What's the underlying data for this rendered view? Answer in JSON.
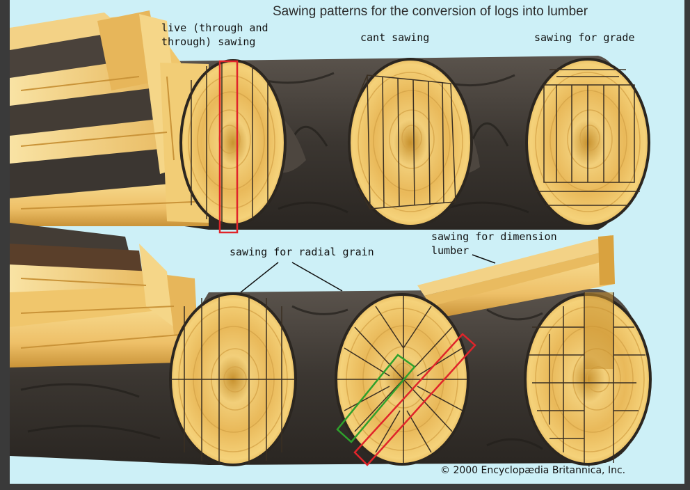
{
  "title": "Sawing patterns for the conversion of logs into lumber",
  "labels": {
    "live_sawing": [
      "live (through and",
      "through) sawing"
    ],
    "cant_sawing": "cant sawing",
    "sawing_for_grade": "sawing for grade",
    "sawing_for_radial_grain": "sawing for radial grain",
    "sawing_for_dimension_lumber": [
      "sawing for dimension",
      "lumber"
    ]
  },
  "credit": "© 2000 Encyclopædia Britannica, Inc.",
  "colors": {
    "sky": "#cdf0f7",
    "bark": "#3b3631",
    "wood_light": "#f5d27a",
    "wood_mid": "#e6b14c",
    "wood_dark": "#b5812b",
    "highlight_red": "#e0242a",
    "highlight_green": "#2fa12c"
  }
}
